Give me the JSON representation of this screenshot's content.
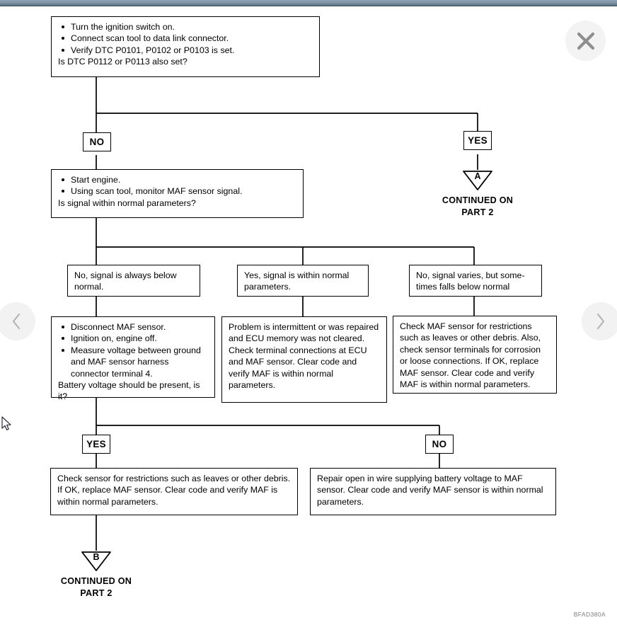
{
  "viewer": {
    "close_label": "close-icon",
    "prev_label": "previous-page-arrow",
    "next_label": "next-page-arrow"
  },
  "diagram": {
    "reference_code": "BFAD380A",
    "nodes": {
      "start": {
        "bullets": [
          "Turn the ignition switch on.",
          "Connect scan tool to data link connector.",
          "Verify DTC P0101, P0102 or P0103 is set."
        ],
        "question": "Is DTC P0112 or P0113 also set?"
      },
      "step2": {
        "bullets": [
          "Start engine.",
          "Using scan tool, monitor MAF sensor signal."
        ],
        "question": "Is signal within normal parameters?"
      },
      "branch_low": "No, signal is always below normal.",
      "branch_normal": "Yes, signal is within normal parameters.",
      "branch_varies": "No, signal varies, but some-times falls below normal",
      "action_low": {
        "bullets": [
          "Disconnect MAF sensor.",
          "Ignition on, engine off.",
          "Measure voltage between ground and MAF sensor harness connector terminal 4."
        ],
        "question": "Battery voltage should be present, is it?"
      },
      "action_normal": "Problem is intermittent or was repaired and ECU memory was not cleared. Check terminal connections at ECU and MAF sensor. Clear code and verify MAF is within normal parameters.",
      "action_varies": "Check MAF sensor for restrictions such as leaves or other debris. Also, check sensor terminals for corrosion or loose connections. If OK, replace MAF sensor. Clear code and verify MAF is within normal parameters.",
      "final_yes": "Check sensor for restrictions such as leaves or other debris. If OK, replace MAF sensor. Clear code and verify MAF is within normal parameters.",
      "final_no": "Repair open in wire supplying battery voltage to MAF sensor. Clear code and verify MAF sensor is within normal parameters."
    },
    "labels": {
      "no_1": "NO",
      "yes_1": "YES",
      "yes_2": "YES",
      "no_2": "NO"
    },
    "connectors": [
      {
        "letter": "A",
        "line1": "CONTINUED ON",
        "line2": "PART 2"
      },
      {
        "letter": "B",
        "line1": "CONTINUED ON",
        "line2": "PART 2"
      }
    ]
  }
}
